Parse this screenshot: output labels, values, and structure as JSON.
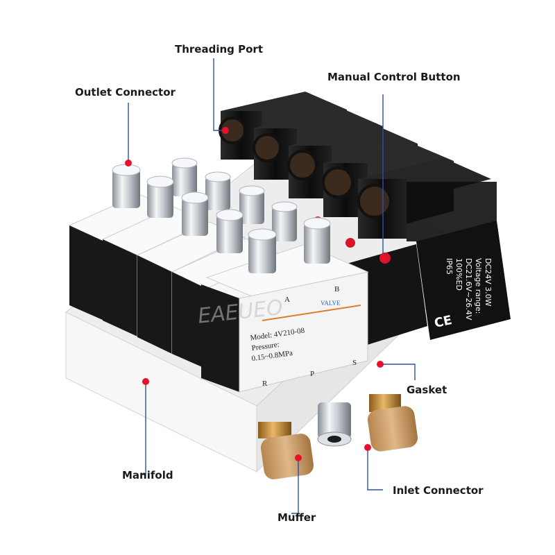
{
  "callouts": {
    "threading_port": "Threading Port",
    "manual_control_button": "Manual Control Button",
    "outlet_connector": "Outlet Connector",
    "gasket": "Gasket",
    "manifold": "Manifold",
    "inlet_connector": "Inlet Connector",
    "muffer": "Muffer"
  },
  "product": {
    "watermark": "EAEUEO",
    "port_a": "A",
    "port_b": "B",
    "brand": "VALVE",
    "model": "Model: 4V210-08",
    "pressure_label": "Pressure:",
    "pressure_range": "0.15~0.8MPa",
    "port_r": "R",
    "port_p": "P",
    "port_s": "S",
    "coil_spec_1": "DC24V  3.0W",
    "coil_spec_2": "Voltage range:",
    "coil_spec_3": "DC21.6V~26.4V",
    "coil_spec_4": "100%ED",
    "coil_spec_5": "IP65",
    "ce_mark": "CE"
  },
  "colors": {
    "marker_red": "#e8102a",
    "leader_line": "#2b4fa8",
    "valve_body": "#f2f2f2",
    "coil_black": "#141414",
    "manifold": "#f6f6f6",
    "brass": "#c8903f"
  }
}
